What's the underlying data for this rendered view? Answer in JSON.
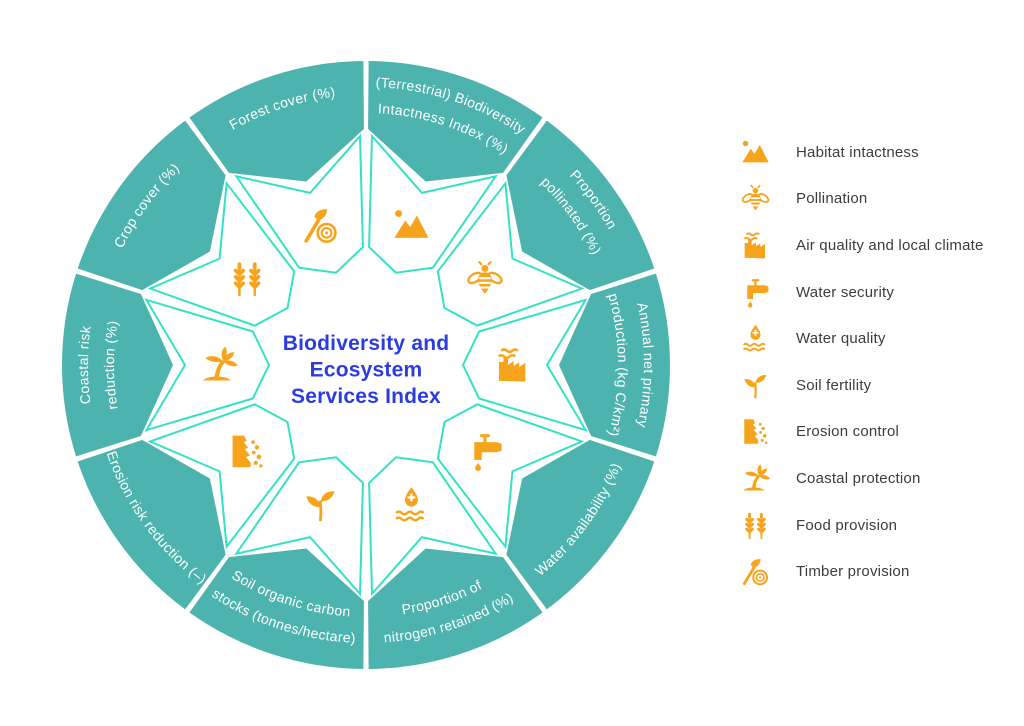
{
  "figure": {
    "center_label": {
      "lines": [
        "Biodiversity and",
        "Ecosystem",
        "Services Index"
      ]
    },
    "segments": [
      {
        "id": "biodiversity-intactness",
        "angle": 18,
        "flipped": false,
        "label_lines": [
          "(Terrestrial) Biodiversity",
          "Intactness Index (%)"
        ],
        "icon": "habitat-intactness"
      },
      {
        "id": "proportion-pollinated",
        "angle": 54,
        "flipped": false,
        "label_lines": [
          "Proportion",
          "pollinated (%)"
        ],
        "icon": "pollination"
      },
      {
        "id": "net-primary-production",
        "angle": 90,
        "flipped": false,
        "label_lines": [
          "Annual net primary",
          "production (kg C/km²)"
        ],
        "icon": "air-quality"
      },
      {
        "id": "water-availability",
        "angle": 126,
        "flipped": true,
        "label_lines": [
          "Water availability (%)"
        ],
        "icon": "water-security"
      },
      {
        "id": "nitrogen-retained",
        "angle": 162,
        "flipped": true,
        "label_lines": [
          "Proportion of",
          "nitrogen retained (%)"
        ],
        "icon": "water-quality"
      },
      {
        "id": "soil-organic-carbon",
        "angle": 198,
        "flipped": true,
        "label_lines": [
          "Soil organic carbon",
          "stocks (tonnes/hectare)"
        ],
        "icon": "soil-fertility"
      },
      {
        "id": "erosion-risk-reduction",
        "angle": 234,
        "flipped": true,
        "label_lines": [
          "Erosion risk reduction (–)"
        ],
        "icon": "erosion-control"
      },
      {
        "id": "coastal-risk-reduction",
        "angle": 270,
        "flipped": false,
        "label_lines": [
          "Coastal risk",
          "reduction (%)"
        ],
        "icon": "coastal-protection"
      },
      {
        "id": "crop-cover",
        "angle": 306,
        "flipped": false,
        "label_lines": [
          "Crop cover (%)"
        ],
        "icon": "food-provision"
      },
      {
        "id": "forest-cover",
        "angle": 342,
        "flipped": false,
        "label_lines": [
          "Forest cover (%)"
        ],
        "icon": "timber-provision"
      }
    ]
  },
  "legend": {
    "items": [
      {
        "icon": "habitat-intactness",
        "label": "Habitat intactness"
      },
      {
        "icon": "pollination",
        "label": "Pollination"
      },
      {
        "icon": "air-quality",
        "label": "Air quality and local climate"
      },
      {
        "icon": "water-security",
        "label": "Water security"
      },
      {
        "icon": "water-quality",
        "label": "Water quality"
      },
      {
        "icon": "soil-fertility",
        "label": "Soil fertility"
      },
      {
        "icon": "erosion-control",
        "label": "Erosion control"
      },
      {
        "icon": "coastal-protection",
        "label": "Coastal protection"
      },
      {
        "icon": "food-provision",
        "label": "Food provision"
      },
      {
        "icon": "timber-provision",
        "label": "Timber provision"
      }
    ]
  },
  "colors": {
    "ring_teal": "#4DB3AF",
    "gear_outline": "#34E2C3",
    "icon_orange": "#F7A41D",
    "center_text_blue": "#2B3CE0",
    "ring_label_white": "#ffffff",
    "legend_text": "#3C3C3C"
  }
}
